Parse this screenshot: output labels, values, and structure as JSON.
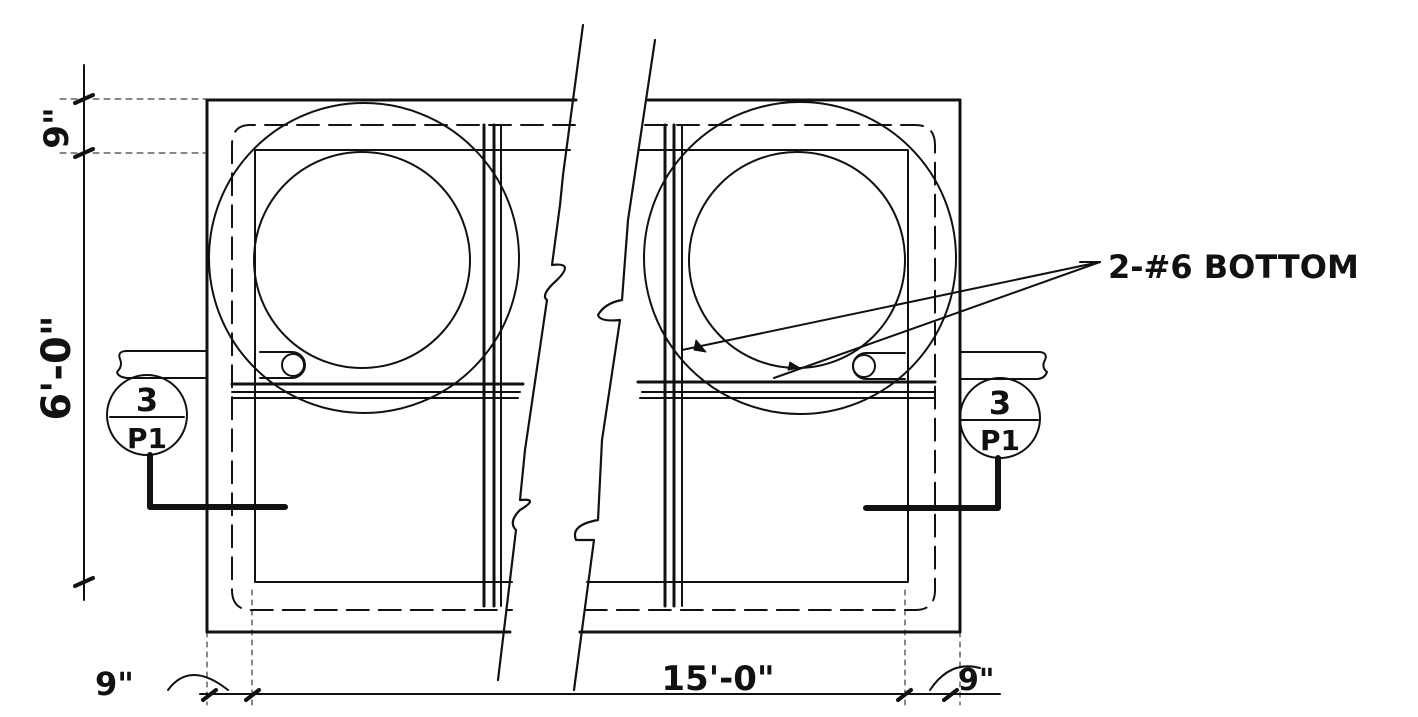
{
  "drawing": {
    "ink_color": "#111111",
    "paper_color": "#ffffff",
    "dimensions": {
      "top_cover": "9\"",
      "height": "6'-0\"",
      "left_cover": "9\"",
      "span": "15'-0\"",
      "right_cover": "9\""
    },
    "callout": {
      "label": "2-#6 BOTTOM"
    },
    "section_marks": [
      {
        "number": "3",
        "sheet": "P1"
      },
      {
        "number": "3",
        "sheet": "P1"
      }
    ]
  }
}
